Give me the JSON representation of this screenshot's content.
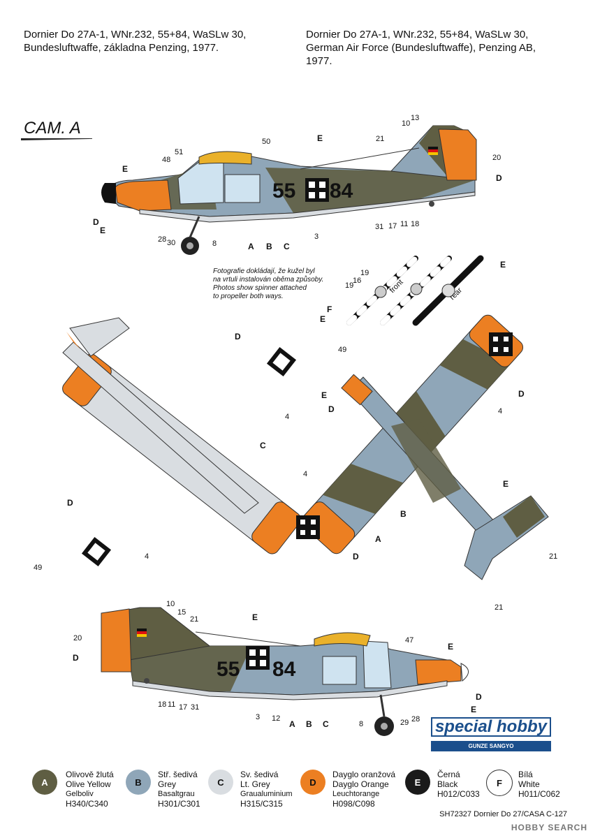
{
  "header": {
    "cz_line1": "Dornier Do 27A-1, WNr.232, 55+84, WaSLw 30,",
    "cz_line2": "Bundesluftwaffe, základna Penzing, 1977.",
    "en_line1": "Dornier Do 27A-1, WNr.232, 55+84, WaSLw 30,",
    "en_line2": "German Air Force (Bundesluftwaffe), Penzing AB,",
    "en_line3": "1977."
  },
  "camo_title": "CAM. A",
  "note": {
    "l1": "Fotografie dokládají, že kužel byl",
    "l2": "na vrtuli instalován oběma způsoby.",
    "l3": "Photos show spinner attached",
    "l4": "to propeller both ways."
  },
  "registration": "55",
  "registration2": "84",
  "prop_labels": {
    "front": "front",
    "rear": "rear"
  },
  "callouts": {
    "top": [
      "13",
      "10",
      "21",
      "20",
      "D",
      "E",
      "50",
      "51",
      "48",
      "E",
      "D",
      "E",
      "28",
      "30",
      "8",
      "A",
      "B",
      "C",
      "3",
      "31",
      "17",
      "11",
      "18"
    ],
    "prop": [
      "19",
      "16",
      "19",
      "F",
      "E",
      "E"
    ],
    "plan": [
      "D",
      "49",
      "4",
      "C",
      "D",
      "49",
      "4",
      "E",
      "D",
      "4",
      "E",
      "B",
      "A",
      "D",
      "21",
      "21",
      "4",
      "D"
    ],
    "bottom": [
      "10",
      "15",
      "21",
      "20",
      "D",
      "E",
      "47",
      "E",
      "D",
      "E",
      "18",
      "11",
      "17",
      "31",
      "3",
      "12",
      "A",
      "B",
      "C",
      "8",
      "29",
      "28"
    ]
  },
  "legend": [
    {
      "key": "A",
      "cz": "Olivově žlutá",
      "en": "Olive Yellow",
      "de": "Gelboliv",
      "code": "H340/C340",
      "color": "#5f5e43",
      "text_color": "#ffffff"
    },
    {
      "key": "B",
      "cz": "Stř. šedivá",
      "en": "Grey",
      "de": "Basaltgrau",
      "code": "H301/C301",
      "color": "#8fa6b8",
      "text_color": "#111111"
    },
    {
      "key": "C",
      "cz": "Sv. šedivá",
      "en": "Lt. Grey",
      "de": "Graualuminium",
      "code": "H315/C315",
      "color": "#d9dde1",
      "text_color": "#111111"
    },
    {
      "key": "D",
      "cz": "Dayglo oranžová",
      "en": "Dayglo Orange",
      "de": "Leuchtorange",
      "code": "H098/C098",
      "color": "#ec7f22",
      "text_color": "#111111"
    },
    {
      "key": "E",
      "cz": "Černá",
      "en": "Black",
      "de": "",
      "code": "H012/C033",
      "color": "#1a1a1a",
      "text_color": "#ffffff"
    },
    {
      "key": "F",
      "cz": "Bílá",
      "en": "White",
      "de": "",
      "code": "H011/C062",
      "color": "#ffffff",
      "text_color": "#111111"
    }
  ],
  "footer": "SH72327  Dornier Do 27/CASA C-127",
  "logo": {
    "line1": "special hobby",
    "line2": "GUNZE SANGYO"
  },
  "watermark": "HOBBY SEARCH"
}
